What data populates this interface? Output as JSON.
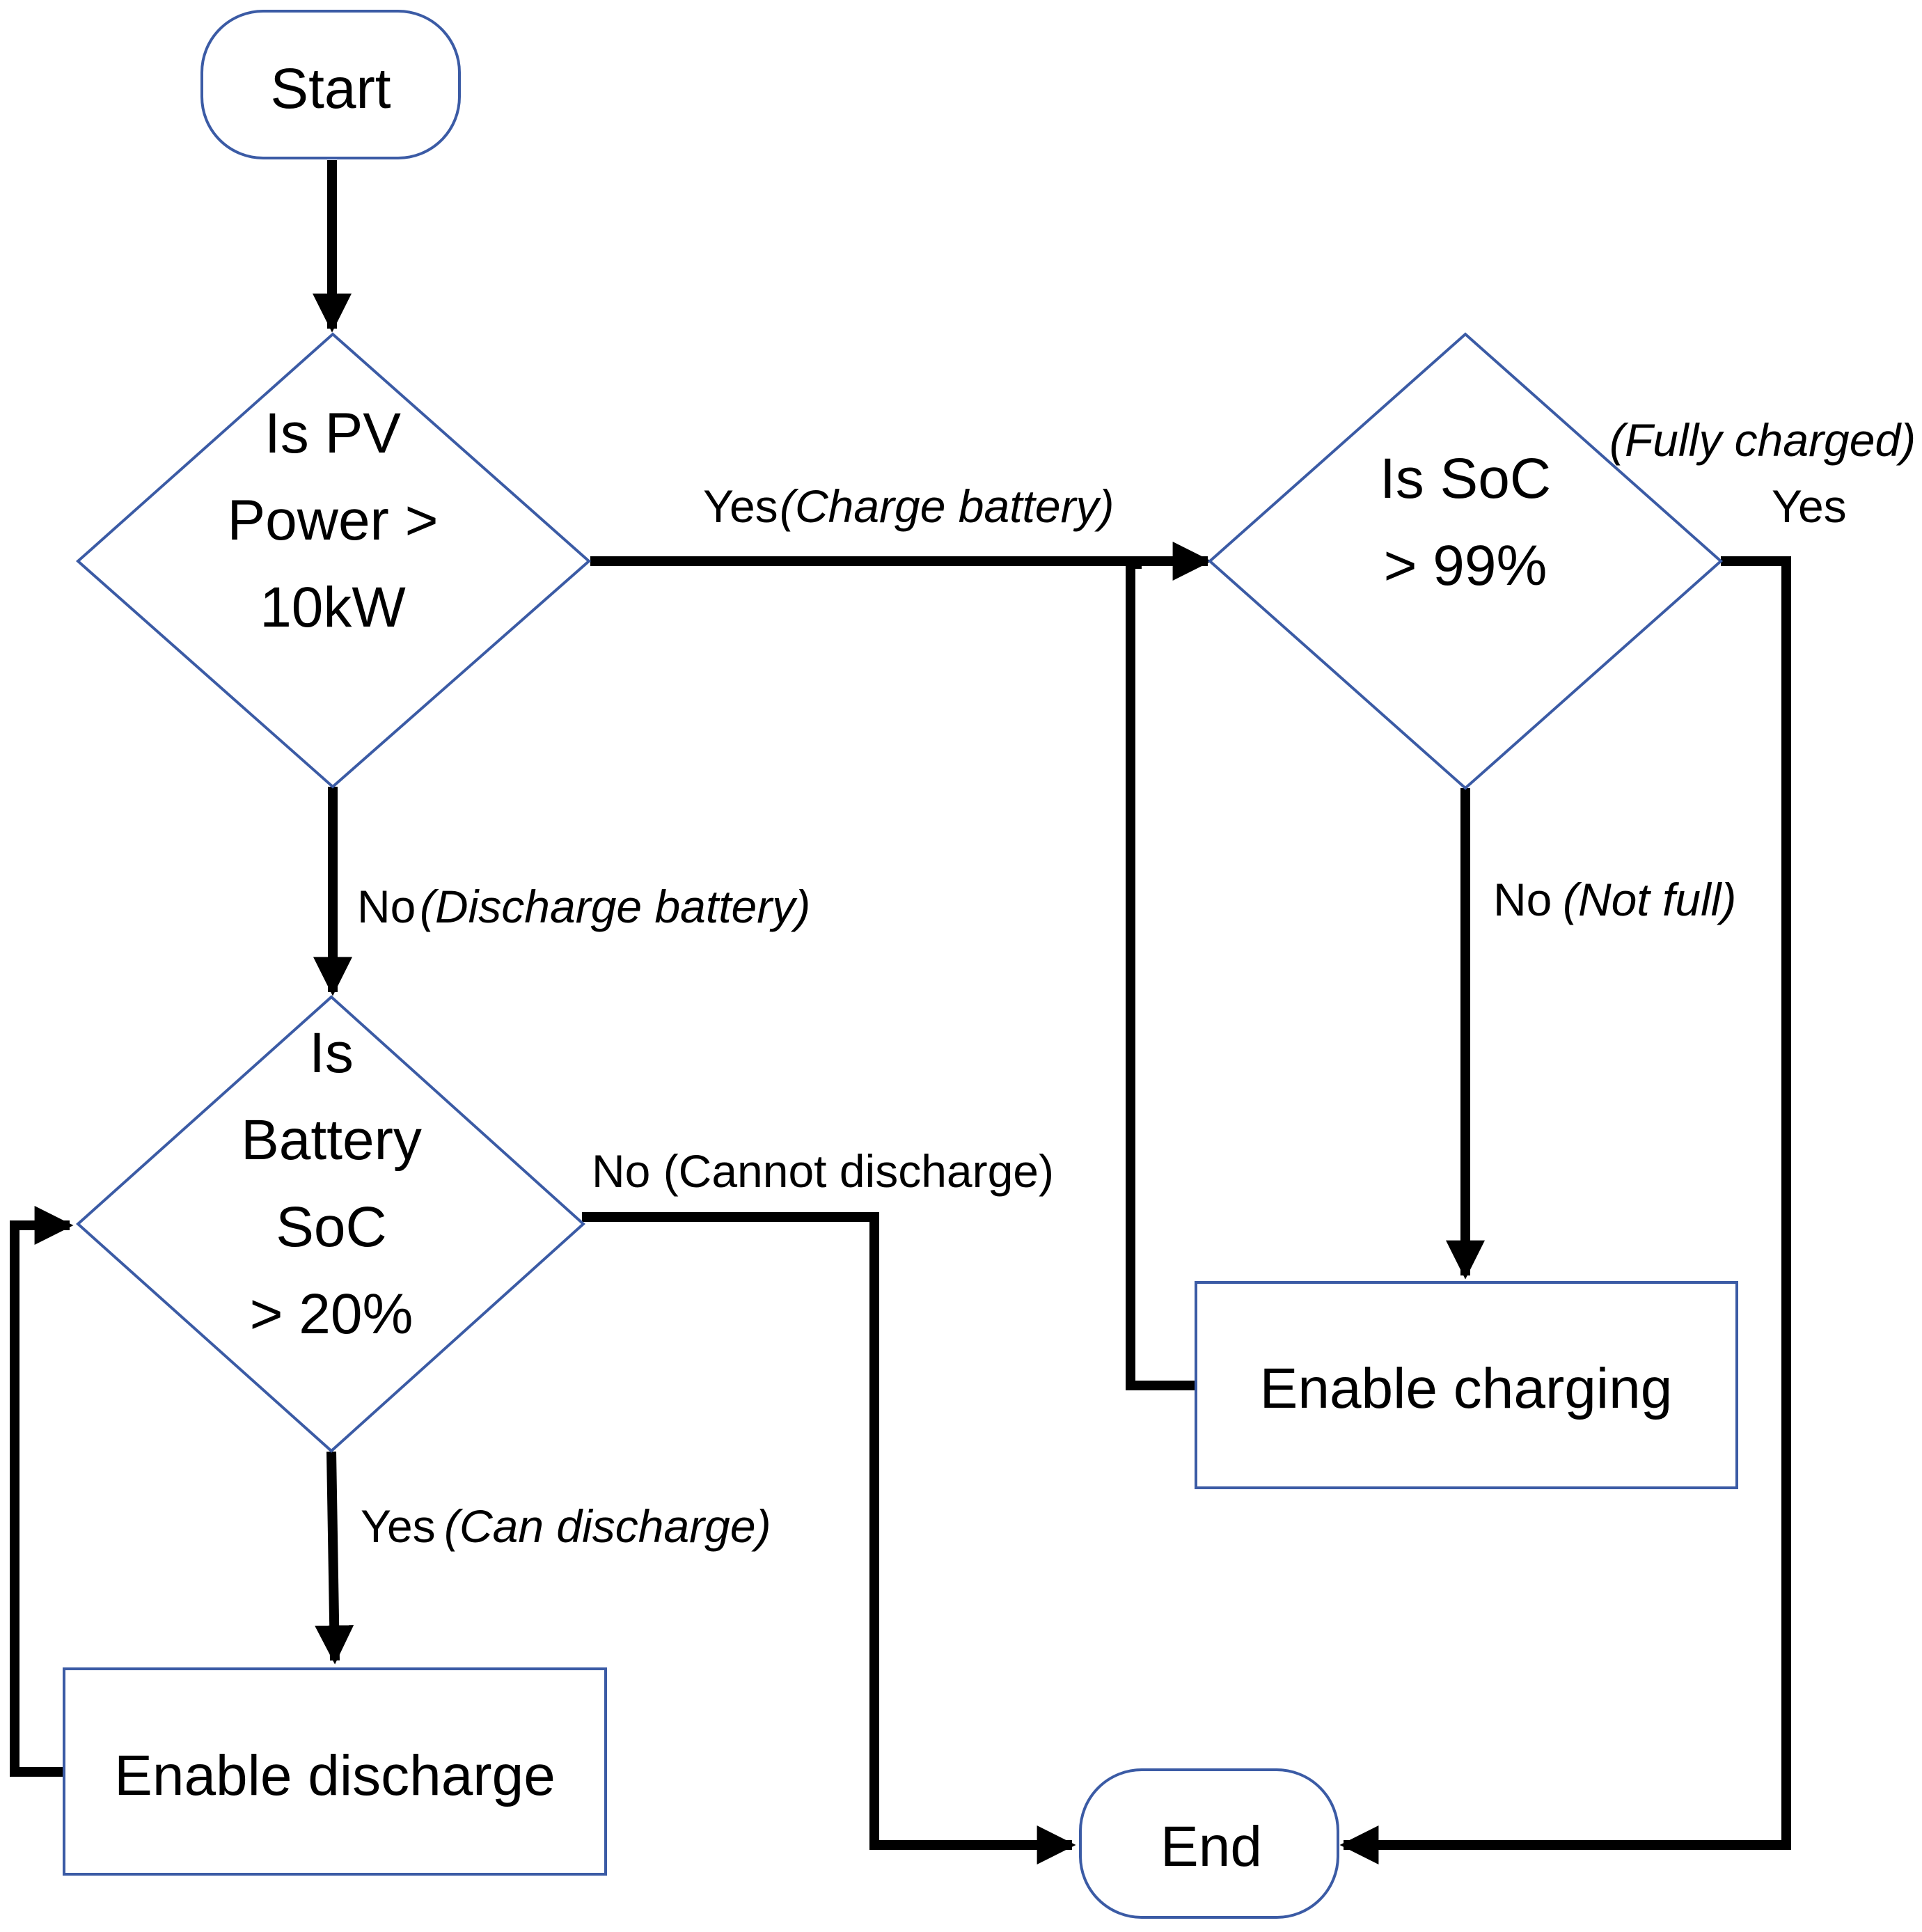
{
  "nodes": {
    "start": "Start",
    "pv_check": [
      "Is PV",
      "Power >",
      "10kW"
    ],
    "soc_high_check": [
      "Is SoC",
      "> 99%"
    ],
    "soc_low_check": [
      "Is",
      "Battery",
      "SoC",
      "> 20%"
    ],
    "enable_charging": "Enable charging",
    "enable_discharge": "Enable discharge",
    "end": "End"
  },
  "edges": {
    "pv_yes": {
      "answer": "Yes",
      "note": "(Charge battery)"
    },
    "pv_no": {
      "answer": "No",
      "note": "(Discharge battery)"
    },
    "soc_high_yes": {
      "answer": "Yes",
      "note": "(Fully charged)"
    },
    "soc_high_no": {
      "answer": "No",
      "note": "(Not full)"
    },
    "soc_low_no": {
      "answer": "No (Cannot discharge)"
    },
    "soc_low_yes": {
      "answer": "Yes",
      "note": "(Can discharge)"
    }
  },
  "colors": {
    "shape_stroke": "#3b5ba5",
    "connector": "#000000",
    "background": "#ffffff"
  }
}
